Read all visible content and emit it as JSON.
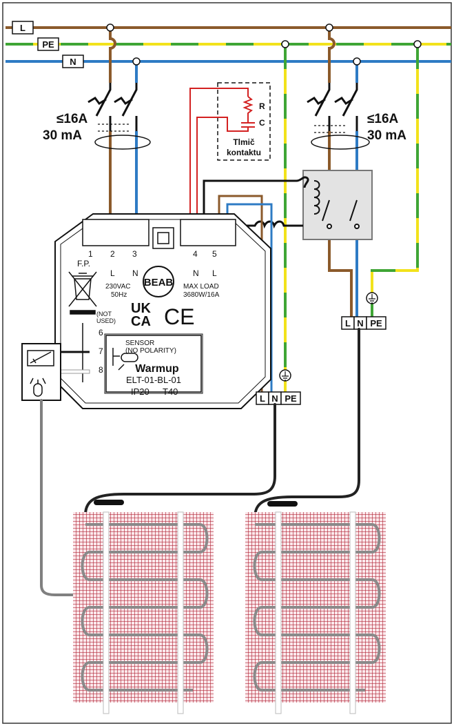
{
  "bus": {
    "L": "L",
    "PE": "PE",
    "N": "N"
  },
  "breaker_left": {
    "current": "≤16A",
    "residual": "30 mA"
  },
  "breaker_right": {
    "current": "≤16A",
    "residual": "30 mA"
  },
  "snubber": {
    "r": "R",
    "c": "C",
    "title_line1": "Tlmič",
    "title_line2": "kontaktu"
  },
  "thermostat": {
    "t1_num": "1",
    "t1_lbl": "F.P.",
    "t2_num": "2",
    "t2_lbl": "L",
    "t3_num": "3",
    "t3_lbl": "N",
    "supply_line1": "230VAC",
    "supply_line2": "50Hz",
    "brand_badge": "BEAB",
    "t4_num": "4",
    "t4_lbl": "N",
    "t5_num": "5",
    "t5_lbl": "L",
    "load_line1": "MAX LOAD",
    "load_line2": "3680W/16A",
    "ukca_1": "UK",
    "ukca_2": "CA",
    "ce": "CE",
    "not_used_1": "(NOT",
    "not_used_2": "USED)",
    "t6": "6",
    "t7": "7",
    "t8": "8",
    "sensor_line1": "SENSOR",
    "sensor_line2": "(NO POLARITY)",
    "brand": "Warmup",
    "model": "ELT-01-BL-01",
    "ip": "IP20",
    "temp": "T40"
  },
  "terminal_mid": {
    "l": "L",
    "n": "N",
    "pe": "PE"
  },
  "terminal_right": {
    "l": "L",
    "n": "N",
    "pe": "PE"
  },
  "colors": {
    "live": "#8B5A2B",
    "neutral": "#2E7BC4",
    "earth_green": "#3FA535",
    "earth_yellow": "#F2E21B",
    "red": "#D32020",
    "mat": "#B3283A",
    "sensor": "#808080"
  }
}
